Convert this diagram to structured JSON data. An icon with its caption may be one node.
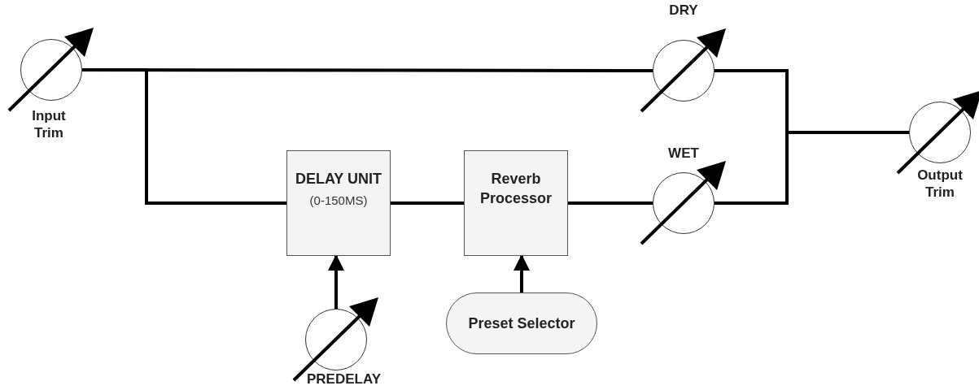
{
  "diagram": {
    "nodes": [
      {
        "text": [],
        "shape": "circle",
        "beside": [
          "Input Trim"
        ]
      },
      {
        "text": [],
        "shape": "circle",
        "beside": [
          "DRY"
        ]
      },
      {
        "text": [
          "DELAY UNIT",
          "(0-150MS)"
        ]
      },
      {
        "text": [
          "Reverb Processor"
        ]
      },
      {
        "text": [],
        "shape": "circle",
        "beside": [
          "WET"
        ]
      },
      {
        "text": [],
        "shape": "circle",
        "beside": [
          "Output Trim"
        ]
      },
      {
        "text": [],
        "shape": "circle",
        "beside": [
          "PREDELAY"
        ]
      },
      {
        "text": [
          "Preset Selector"
        ]
      }
    ],
    "edges": [
      {
        "from": 0,
        "to": 1,
        "arrow": "none"
      },
      {
        "from": 0,
        "to": 2,
        "arrow": "none"
      },
      {
        "from": 2,
        "to": 3,
        "arrow": "none"
      },
      {
        "from": 3,
        "to": 4,
        "arrow": "none"
      },
      {
        "from": 1,
        "to": 5,
        "arrow": "none"
      },
      {
        "from": 4,
        "to": 5,
        "arrow": "none"
      },
      {
        "from": 6,
        "to": 2,
        "arrow": "to"
      },
      {
        "from": 7,
        "to": 3,
        "arrow": "to"
      }
    ]
  }
}
